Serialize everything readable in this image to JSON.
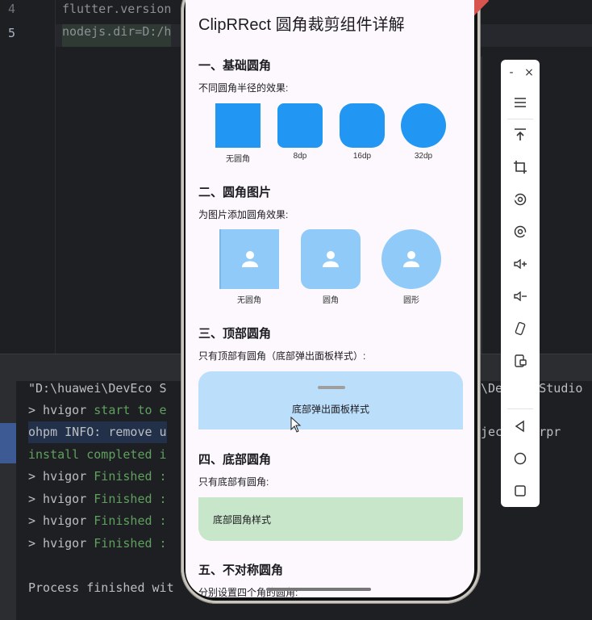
{
  "editor": {
    "gutter": [
      "4",
      "5"
    ],
    "lines": [
      "flutter.version",
      "nodejs.dir=D:/h"
    ]
  },
  "console": {
    "lines": [
      {
        "prefix": "\"D:\\huawei\\DevEco S",
        "green": "",
        "right": "\\DevEco Studio"
      },
      {
        "prefix": "> hvigor ",
        "green": "start to e",
        "right": ""
      },
      {
        "prefix": "ohpm INFO: remove u",
        "green": "",
        "right": "jec utterpr"
      },
      {
        "prefix": "",
        "green": "install completed i",
        "right": ""
      },
      {
        "prefix": "> hvigor ",
        "green": "Finished :",
        "right": ""
      },
      {
        "prefix": "> hvigor ",
        "green": "Finished :",
        "right": ""
      },
      {
        "prefix": "> hvigor ",
        "green": "Finished :",
        "right": ""
      },
      {
        "prefix": "> hvigor ",
        "green": "Finished :",
        "right": ""
      },
      {
        "prefix": "",
        "green": "",
        "right": ""
      },
      {
        "prefix": "Process finished wit",
        "green": "",
        "right": ""
      }
    ]
  },
  "app": {
    "title": "ClipRRect 圆角裁剪组件详解",
    "section1": {
      "title": "一、基础圆角",
      "desc": "不同圆角半径的效果:",
      "items": [
        "无圆角",
        "8dp",
        "16dp",
        "32dp"
      ]
    },
    "section2": {
      "title": "二、圆角图片",
      "desc": "为图片添加圆角效果:",
      "items": [
        "无圆角",
        "圆角",
        "圆形"
      ]
    },
    "section3": {
      "title": "三、顶部圆角",
      "desc": "只有顶部有圆角（底部弹出面板样式）:",
      "panel_text": "底部弹出面板样式"
    },
    "section4": {
      "title": "四、底部圆角",
      "desc": "只有底部有圆角:",
      "panel_text": "底部圆角样式"
    },
    "section5": {
      "title": "五、不对称圆角",
      "desc": "分别设置四个角的圆角:"
    }
  },
  "toolbar": {
    "minimize_label": "-",
    "close_label": "×",
    "icons": [
      "menu-icon",
      "pin-top-icon",
      "crop-icon",
      "rotate-left-icon",
      "rotate-right-icon",
      "volume-up-icon",
      "volume-down-icon",
      "shake-icon",
      "screenshot-icon",
      "back-icon",
      "home-icon",
      "recent-apps-icon"
    ]
  },
  "colors": {
    "blue": "#2196f3",
    "light_blue": "#90caf9",
    "panel_blue": "#bbdefb",
    "panel_green": "#c8e6c9",
    "console_green": "#5fa05f"
  }
}
